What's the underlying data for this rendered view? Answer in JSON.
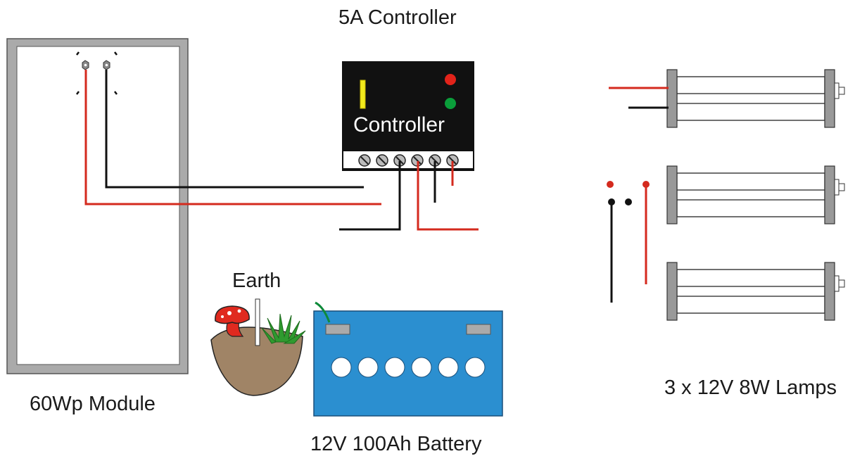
{
  "labels": {
    "controller_title": "5A Controller",
    "controller_face": "Controller",
    "module": "60Wp Module",
    "earth": "Earth",
    "battery": "12V 100Ah Battery",
    "lamps": "3 x 12V 8W Lamps"
  },
  "colors": {
    "wire_positive": "#d42a1e",
    "wire_negative": "#111111",
    "controller_body": "#111111",
    "controller_led_red": "#e2231a",
    "controller_led_green": "#0a9e3a",
    "controller_indicator": "#f2ea1c",
    "battery_body": "#2b8fd0",
    "earth_soil": "#a08466",
    "mushroom_cap": "#e02a1f",
    "grass": "#2f9a2f",
    "lamp_endcap": "#999999",
    "panel_frame": "#aaaaaa"
  },
  "components": {
    "controller_terminal_count": 6,
    "battery_cell_count": 6,
    "lamp_count": 3
  }
}
